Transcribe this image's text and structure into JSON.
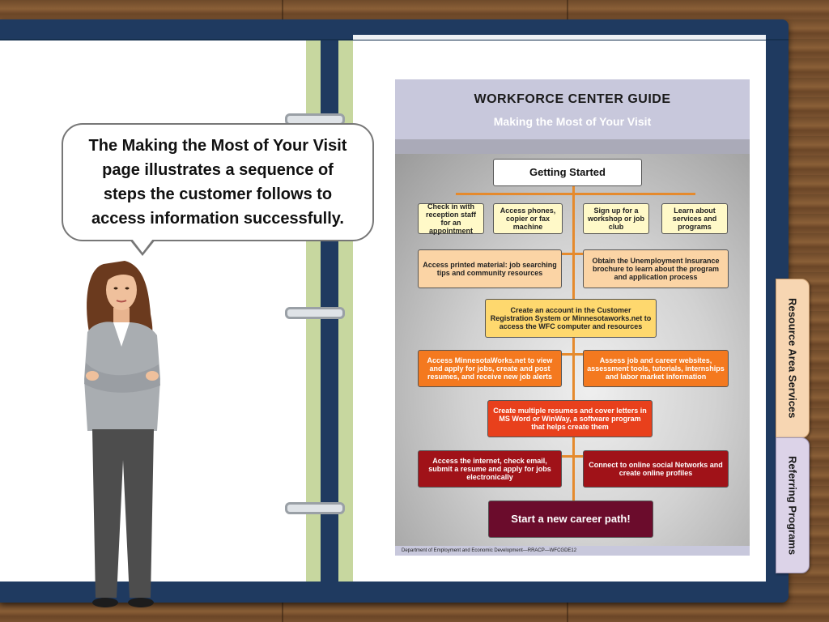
{
  "bubble": {
    "text": "The Making the Most of Your Visit page illustrates a sequence of steps the customer follows to access information successfully."
  },
  "tabs": [
    {
      "label": "Resource Area Services"
    },
    {
      "label": "Referring Programs"
    }
  ],
  "guide": {
    "title": "WORKFORCE CENTER GUIDE",
    "subtitle": "Making the Most of Your Visit",
    "footer": "Department of Employment and Economic Development—RRACP—WFCGDE12",
    "steps": {
      "getting_started": "Getting Started",
      "check_in": "Check in with reception staff for an appointment",
      "access_phones": "Access phones, copier or fax machine",
      "sign_up": "Sign up for a workshop or job club",
      "learn_about": "Learn about services and programs",
      "printed_material": "Access printed material: job searching tips and community resources",
      "unemployment": "Obtain the Unemployment Insurance brochure to learn about the program and application process",
      "create_account": "Create an account in the Customer Registration System or Minnesotaworks.net to access the WFC computer and resources",
      "minnesotaworks": "Access MinnesotaWorks.net to view and apply for jobs, create and post resumes, and receive new job alerts",
      "assess": "Assess job and career websites, assessment tools, tutorials, internships and labor market information",
      "resumes": "Create multiple resumes and cover letters in MS Word or WinWay, a software program that helps create them",
      "internet": "Access the internet, check email, submit a resume and apply for jobs electronically",
      "social": "Connect to online social Networks and create online profiles",
      "start": "Start a new career path!"
    }
  },
  "colors": {
    "binder": "#1f3a60",
    "strip": "#c7d79f",
    "tab_orange": "#f7d6b2",
    "tab_lavender": "#dcd3e8",
    "connector": "#e58a2d"
  }
}
